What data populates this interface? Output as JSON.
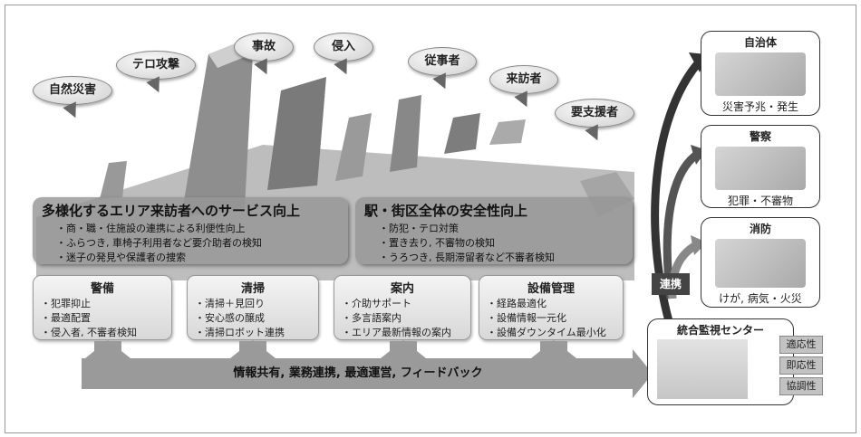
{
  "threats": [
    "自然災害",
    "テロ攻撃",
    "事故",
    "侵入",
    "従事者",
    "来訪者",
    "要支援者"
  ],
  "service_left": {
    "title": "多様化するエリア来訪者へのサービス向上",
    "items": [
      "商・職・住施設の連携による利便性向上",
      "ふらつき, 車椅子利用者など要介助者の検知",
      "迷子の発見や保護者の捜索"
    ]
  },
  "service_right": {
    "title": "駅・街区全体の安全性向上",
    "items": [
      "防犯・テロ対策",
      "置き去り, 不審物の検知",
      "うろつき, 長期滞留者など不審者検知"
    ]
  },
  "tasks": [
    {
      "title": "警備",
      "items": [
        "犯罪抑止",
        "最適配置",
        "侵入者, 不審者検知"
      ]
    },
    {
      "title": "清掃",
      "items": [
        "清掃＋見回り",
        "安心感の醸成",
        "清掃ロボット連携"
      ]
    },
    {
      "title": "案内",
      "items": [
        "介助サポート",
        "多言語案内",
        "エリア最新情報の案内"
      ]
    },
    {
      "title": "設備管理",
      "items": [
        "経路最適化",
        "設備情報一元化",
        "設備ダウンタイム最小化"
      ]
    }
  ],
  "flow_label": "情報共有, 業務連携, 最適運営, フィードバック",
  "link_label": "連携",
  "agencies": [
    {
      "title": "自治体",
      "caption": "災害予兆・発生"
    },
    {
      "title": "警察",
      "caption": "犯罪・不審物"
    },
    {
      "title": "消防",
      "caption": "けが, 病気・火災"
    }
  ],
  "center": {
    "title": "統合監視センター",
    "tags": [
      "適応性",
      "即応性",
      "協調性"
    ]
  }
}
